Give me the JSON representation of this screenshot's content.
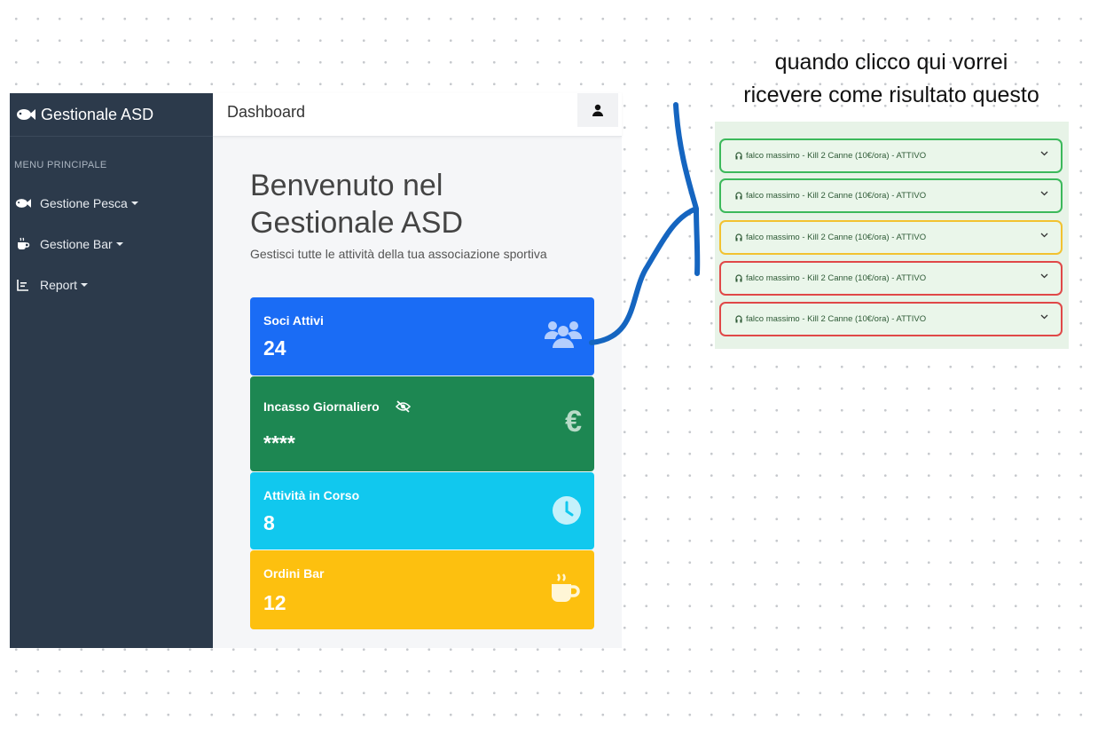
{
  "app": {
    "brand": "Gestionale ASD",
    "menu_title": "MENU PRINCIPALE",
    "nav": [
      {
        "label": "Gestione Pesca",
        "icon": "fish-icon"
      },
      {
        "label": "Gestione Bar",
        "icon": "coffee-icon"
      },
      {
        "label": "Report",
        "icon": "chart-icon"
      }
    ]
  },
  "header": {
    "title": "Dashboard",
    "user_icon": "user-icon"
  },
  "welcome": {
    "title_line1": "Benvenuto nel",
    "title_line2": "Gestionale ASD",
    "subtitle": "Gestisci tutte le attività della tua associazione sportiva"
  },
  "cards": [
    {
      "label": "Soci Attivi",
      "value": "24",
      "color": "#1a6cf5",
      "icon": "users-icon"
    },
    {
      "label": "Incasso Giornaliero",
      "value": "****",
      "color": "#1d8752",
      "icon": "euro-icon",
      "toggle_icon": "eye-slash-icon"
    },
    {
      "label": "Attività in Corso",
      "value": "8",
      "color": "#11c8ee",
      "icon": "clock-icon"
    },
    {
      "label": "Ordini Bar",
      "value": "12",
      "color": "#fdc00f",
      "icon": "coffee-icon"
    }
  ],
  "annotation": {
    "line1": "quando clicco qui vorrei",
    "line2": "ricevere come risultato questo",
    "arrow_color": "#1565c0"
  },
  "result_list": [
    {
      "text": "falco massimo - Kill 2 Canne (10€/ora) - ATTIVO",
      "border": "#3cb95b"
    },
    {
      "text": "falco massimo - Kill 2 Canne (10€/ora) - ATTIVO",
      "border": "#3cb95b"
    },
    {
      "text": "falco massimo - Kill 2 Canne (10€/ora) - ATTIVO",
      "border": "#f2c230"
    },
    {
      "text": "falco massimo - Kill 2 Canne (10€/ora) - ATTIVO",
      "border": "#e04848"
    },
    {
      "text": "falco massimo - Kill 2 Canne (10€/ora) - ATTIVO",
      "border": "#e04848"
    }
  ]
}
